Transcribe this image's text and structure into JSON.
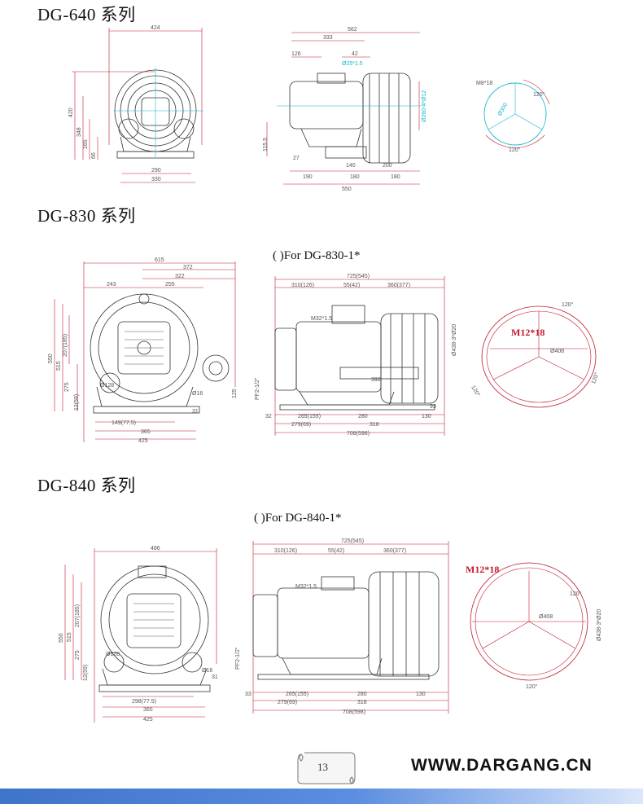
{
  "sections": [
    {
      "title": "DG-640 系列",
      "subtitle": "",
      "front": {
        "width": "424",
        "h1": "420",
        "h2": "348",
        "h3": "165",
        "h4": "66",
        "base1": "290",
        "base2": "330"
      },
      "side": {
        "len": "562",
        "l1": "333",
        "l2": "126",
        "l3": "42",
        "port": "Ø25*1.5",
        "h1": "115.5",
        "h2": "27",
        "b1": "140",
        "b2": "200",
        "b3": "190",
        "b4": "180",
        "b5": "180",
        "total": "550",
        "flange": "Ø260-4*Ø12"
      },
      "flange": {
        "circle": "Ø300",
        "bolt": "M8*18",
        "angle1": "120°",
        "angle2": "120°"
      }
    },
    {
      "title": "DG-830 系列",
      "subtitle": "( )For DG-830-1*",
      "front": {
        "width": "615",
        "w1": "372",
        "w2": "322",
        "w3": "243",
        "w4": "255",
        "h1": "550",
        "h2": "515",
        "h3": "207(185)",
        "h4": "275",
        "h5": "125",
        "h6": "12(59)",
        "port": "Ø128",
        "foot": "Ø16",
        "b1": "149(77.5)",
        "b2": "365",
        "b3": "425",
        "b4": "31"
      },
      "side": {
        "total": "725(545)",
        "l1": "310(126)",
        "l2": "55(42)",
        "l3": "360(377)",
        "port": "M32*1.5",
        "pf": "PF2-1/2\"",
        "pipe": "392",
        "b1": "265(155)",
        "b2": "280",
        "b3": "130",
        "b4": "279(69)",
        "b5": "318",
        "b6": "708(598)",
        "b7": "32",
        "b8": "93",
        "flange": "Ø438-3*Ø20"
      },
      "flange": {
        "bolt": "M12*18",
        "circle": "Ø408",
        "angle1": "120°",
        "angle2": "120°",
        "angle3": "120°"
      }
    },
    {
      "title": "DG-840 系列",
      "subtitle": "( )For DG-840-1*",
      "front": {
        "width": "486",
        "h1": "550",
        "h2": "515",
        "h3": "207(185)",
        "h4": "275",
        "h5": "12(59)",
        "port": "Ø128",
        "foot": "Ø16",
        "b1": "298(77.5)",
        "b2": "365",
        "b3": "425",
        "b4": "31"
      },
      "side": {
        "total": "725(545)",
        "l1": "310(126)",
        "l2": "55(42)",
        "l3": "360(377)",
        "port": "M32*1.5",
        "pf": "PF2-1/2\"",
        "b1": "265(155)",
        "b2": "280",
        "b3": "130",
        "b4": "279(69)",
        "b5": "318",
        "b6": "708(598)",
        "b7": "33"
      },
      "flange": {
        "bolt": "M12*18",
        "circle": "Ø408",
        "outer": "Ø438-3*Ø20",
        "angle1": "120°",
        "angle2": "120°"
      }
    }
  ],
  "footer": {
    "page_number": "13",
    "website": "WWW.DARGANG.CN"
  },
  "colors": {
    "line": "#333333",
    "dim_red": "#c0192b",
    "dim_cyan": "#12b7cc",
    "bar_start": "#3e74c9",
    "bar_end": "#dbe7fb"
  }
}
